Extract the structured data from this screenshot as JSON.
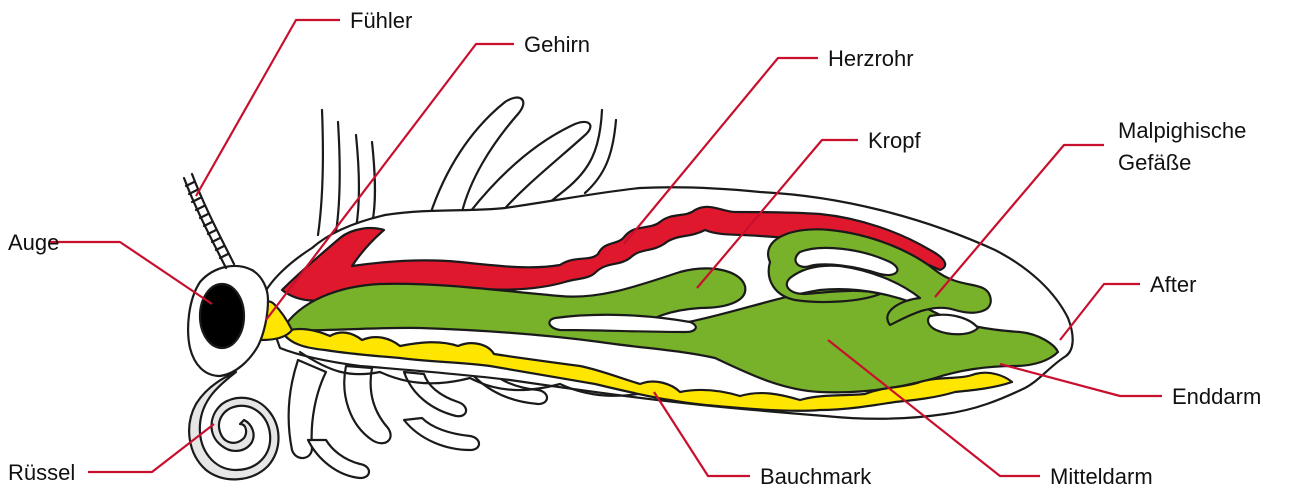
{
  "labels": {
    "fuehler": "Fühler",
    "gehirn": "Gehirn",
    "herzrohr": "Herzrohr",
    "kropf": "Kropf",
    "malpighi_1": "Malpighische",
    "malpighi_2": "Gefäße",
    "auge": "Auge",
    "after": "After",
    "enddarm": "Enddarm",
    "ruessel": "Rüssel",
    "bauchmark": "Bauchmark",
    "mitteldarm": "Mitteldarm"
  },
  "colors": {
    "leader": "#c8102e",
    "heart": "#e0182d",
    "gut": "#78b12a",
    "nerve": "#ffe600",
    "eye": "#000000",
    "proboscis": "#e6e6e6",
    "outline": "#1a1a1a"
  }
}
